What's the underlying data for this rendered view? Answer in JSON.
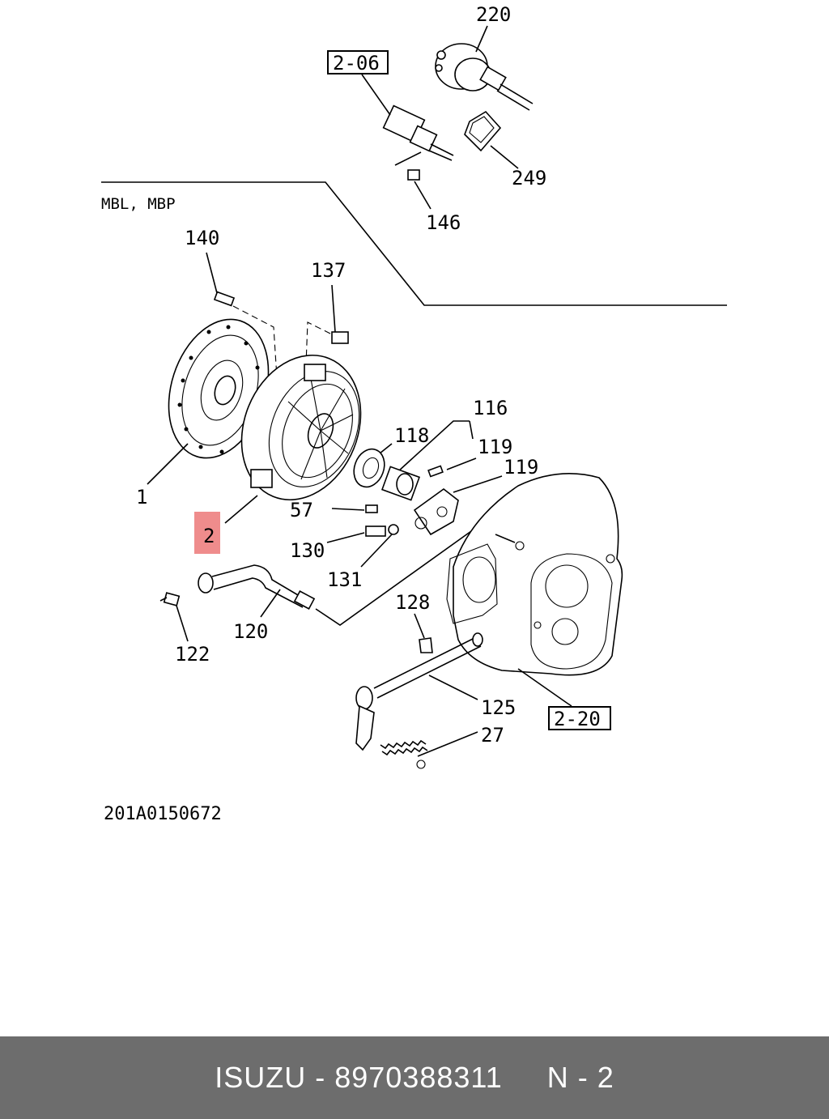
{
  "diagram": {
    "variant_label": "MBL, MBP",
    "drawing_number": "201A0150672",
    "highlight_color": "#ef8c8c",
    "ref_boxes": [
      "2-06",
      "2-20"
    ],
    "callouts": [
      "220",
      "249",
      "146",
      "140",
      "137",
      "1",
      "2",
      "116",
      "118",
      "119",
      "119",
      "57",
      "130",
      "131",
      "120",
      "122",
      "128",
      "125",
      "27"
    ],
    "highlighted_callout": "2"
  },
  "footer": {
    "text": "ISUZU - 8970388311     N - 2",
    "background_color": "#6d6d6d"
  }
}
